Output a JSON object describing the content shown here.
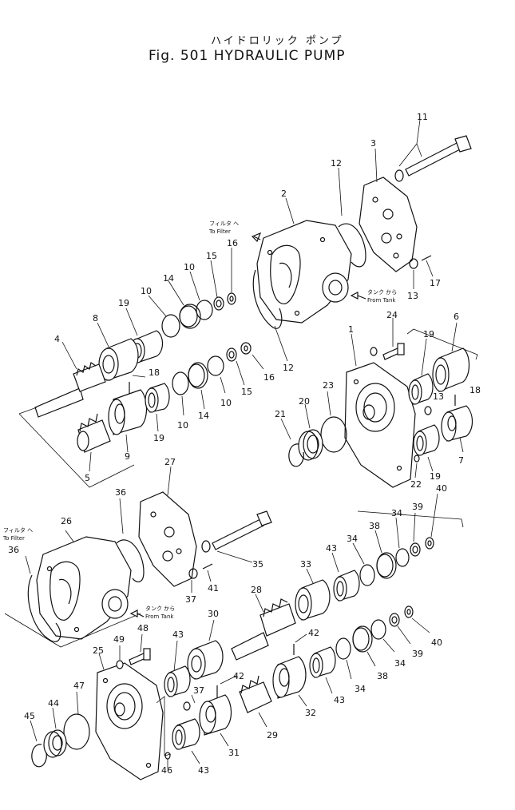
{
  "title": {
    "japanese": "ハイドロリック ポンプ",
    "main": "Fig. 501 HYDRAULIC PUMP"
  },
  "annotations": {
    "to_filter_jp": "フィルタ へ",
    "to_filter": "To Filter",
    "from_tank_jp": "タンク から",
    "from_tank": "From Tank"
  },
  "part_numbers": {
    "p1": "1",
    "p2": "2",
    "p3": "3",
    "p4": "4",
    "p5": "5",
    "p6": "6",
    "p7": "7",
    "p8": "8",
    "p9": "9",
    "p10": "10",
    "p11": "11",
    "p12": "12",
    "p13": "13",
    "p14": "14",
    "p15": "15",
    "p16": "16",
    "p17": "17",
    "p18": "18",
    "p19": "19",
    "p20": "20",
    "p21": "21",
    "p22": "22",
    "p23": "23",
    "p24": "24",
    "p25": "25",
    "p26": "26",
    "p27": "27",
    "p28": "28",
    "p29": "29",
    "p30": "30",
    "p31": "31",
    "p32": "32",
    "p33": "33",
    "p34": "34",
    "p35": "35",
    "p36": "36",
    "p37": "37",
    "p38": "38",
    "p39": "39",
    "p40": "40",
    "p41": "41",
    "p42": "42",
    "p43": "43",
    "p44": "44",
    "p45": "45",
    "p46": "46",
    "p47": "47",
    "p48": "48",
    "p49": "49"
  }
}
